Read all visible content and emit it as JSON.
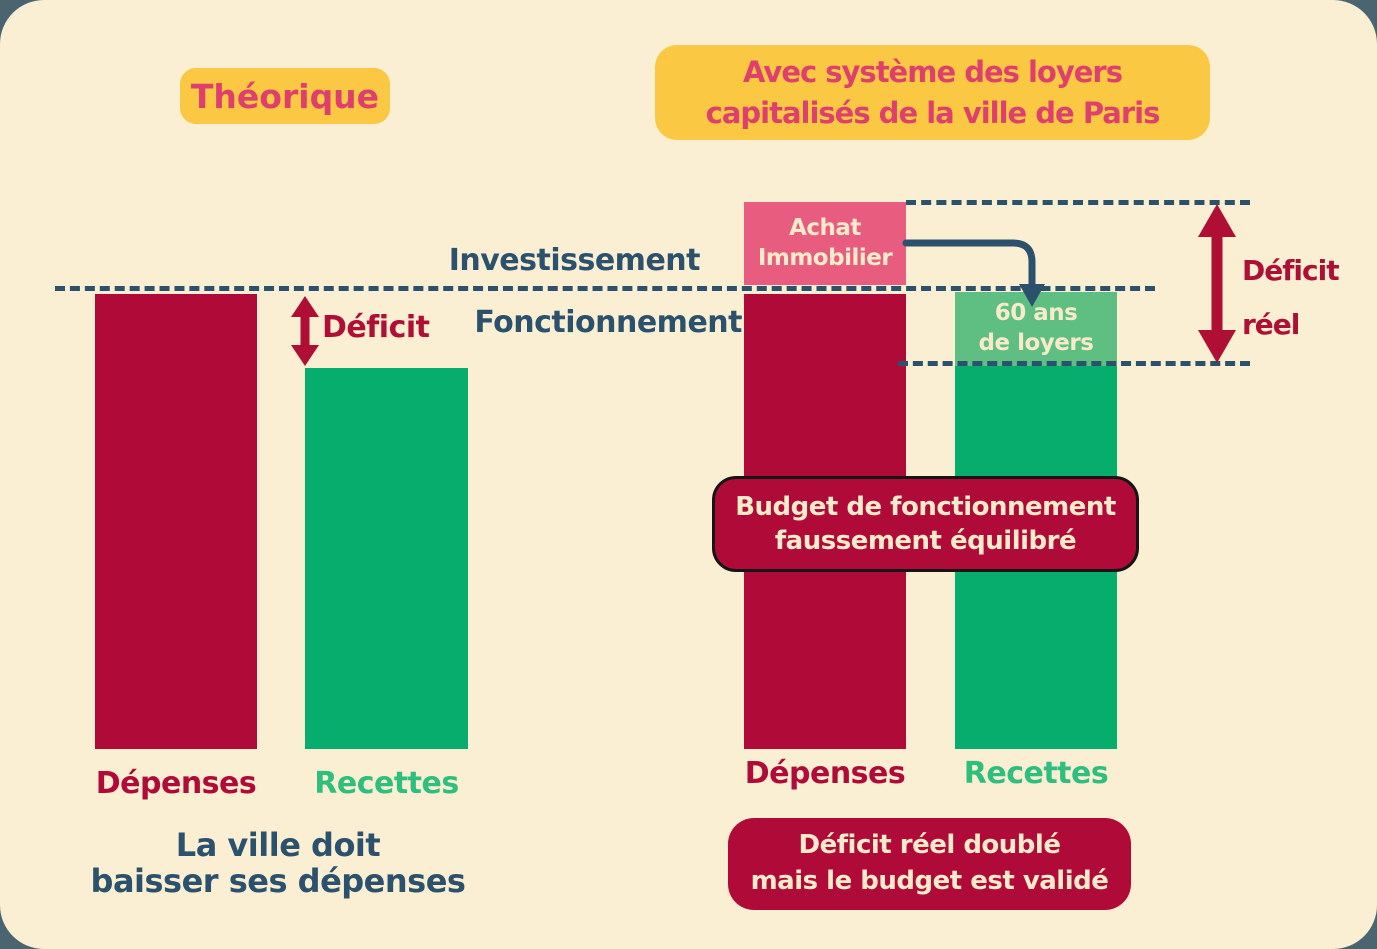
{
  "card": {
    "left": {
      "badge_title": "Théorique",
      "deficit_label": "Déficit",
      "depenses_label": "Dépenses",
      "recettes_label": "Recettes",
      "caption": "La ville doit\nbaisser ses dépenses"
    },
    "axis": {
      "investissement": "Investissement",
      "fonctionnement": "Fonctionnement"
    },
    "right": {
      "badge_title": "Avec système des loyers\ncapitalisés de la ville de Paris",
      "achat_box": "Achat\nImmobilier",
      "loyers_box": "60 ans\nde loyers",
      "deficit_reel_label": "Déficit\nréel",
      "budget_badge": "Budget de fonctionnement\nfaussement équilibré",
      "depenses_label": "Dépenses",
      "recettes_label": "Recettes",
      "caption_badge": "Déficit réel doublé\nmais le budget est validé"
    },
    "colors": {
      "background": "#FAEFD3",
      "outside": "#4A6570",
      "yellow": "#FBC843",
      "pink": "#DF3F6D",
      "pink_box": "#E85C80",
      "red": "#B00B38",
      "dark_red_text": "#AF0E35",
      "green": "#06AD6C",
      "green_light": "#5FBE81",
      "green_text": "#2EBF7E",
      "navy": "#2C516D",
      "cream_text": "#F7EBCB"
    }
  }
}
